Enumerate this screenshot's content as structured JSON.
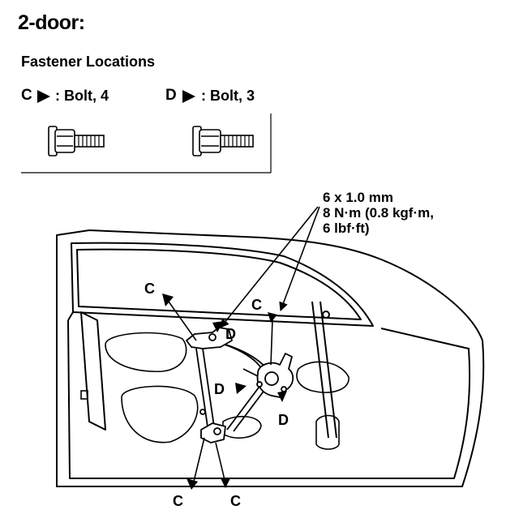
{
  "title": "2-door:",
  "subtitle": "Fastener Locations",
  "legend": [
    {
      "letter": "C",
      "desc": ": Bolt, 4"
    },
    {
      "letter": "D",
      "desc": ": Bolt, 3"
    }
  ],
  "spec": {
    "line1": "6 x 1.0 mm",
    "line2": "8 N·m (0.8 kgf·m,",
    "line3": "6 lbf·ft)"
  },
  "callouts": {
    "c1": "C",
    "c2": "C",
    "c3": "C",
    "c4": "C",
    "d1": "D",
    "d2": "D",
    "d3": "D"
  }
}
